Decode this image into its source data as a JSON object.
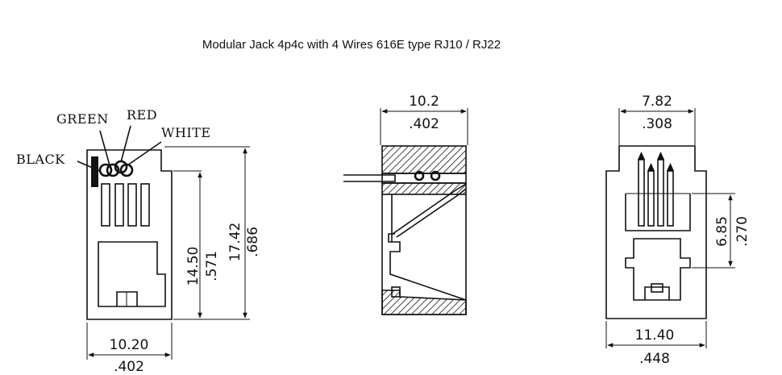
{
  "title": "Modular Jack 4p4c with 4 Wires 616E type RJ10 / RJ22",
  "wires": {
    "green": "GREEN",
    "red": "RED",
    "white": "WHITE",
    "black": "BLACK"
  },
  "front_view": {
    "width_mm": "10.20",
    "width_in": ".402",
    "height_mm": "14.50",
    "height_in": ".571",
    "total_height_mm": "17.42",
    "total_height_in": ".686"
  },
  "side_view": {
    "depth_mm": "10.2",
    "depth_in": ".402"
  },
  "rear_view": {
    "top_width_mm": "7.82",
    "top_width_in": ".308",
    "width_mm": "11.40",
    "width_in": ".448",
    "pin_height_mm": "6.85",
    "pin_height_in": ".270"
  }
}
